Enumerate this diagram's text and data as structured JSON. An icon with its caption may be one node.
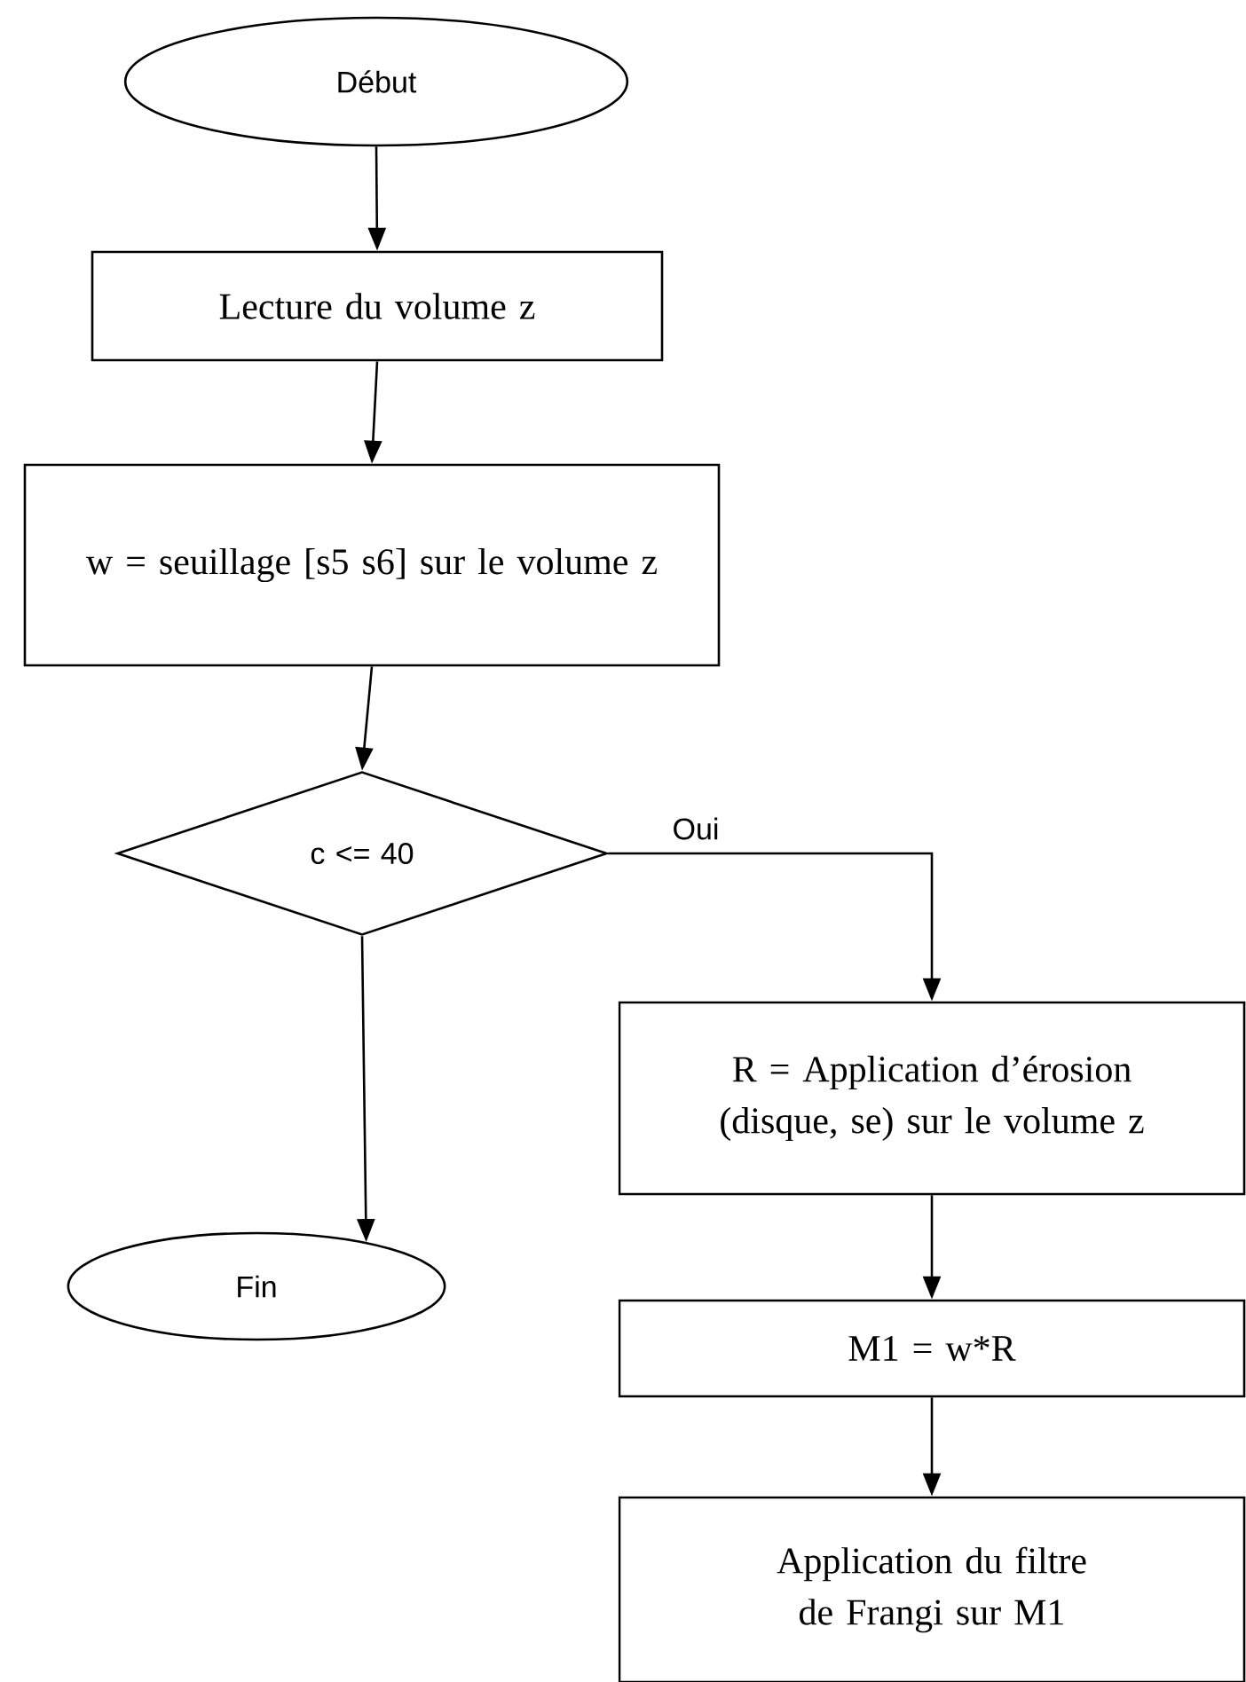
{
  "diagram": {
    "nodes": [
      {
        "text": [
          "Début"
        ]
      },
      {
        "text": [
          "Lecture du volume z"
        ]
      },
      {
        "text": [
          "w = seuillage [s5 s6] sur le volume z"
        ]
      },
      {
        "text": [
          "c <= 40"
        ]
      },
      {
        "text": [
          "R = Application d’érosion (disque, se) sur le volume z"
        ]
      },
      {
        "text": [
          "Fin"
        ]
      },
      {
        "text": [
          "M1 = w*R"
        ]
      },
      {
        "text": [
          "Application du filtre de Frangi sur M1"
        ]
      }
    ],
    "edges": [
      {
        "from": 0,
        "to": 1,
        "arrow": "to"
      },
      {
        "from": 1,
        "to": 2,
        "arrow": "to"
      },
      {
        "from": 2,
        "to": 3,
        "arrow": "to"
      },
      {
        "from": 3,
        "to": 4,
        "arrow": "to",
        "label": "Oui"
      },
      {
        "from": 3,
        "to": 5,
        "arrow": "to"
      },
      {
        "from": 4,
        "to": 6,
        "arrow": "to"
      },
      {
        "from": 6,
        "to": 7,
        "arrow": "to"
      }
    ]
  }
}
